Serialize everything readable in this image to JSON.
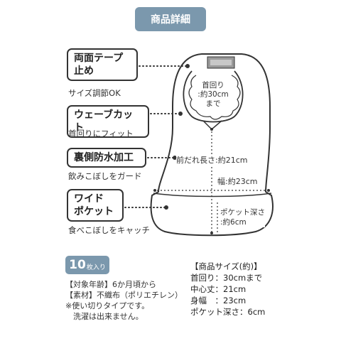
{
  "header": {
    "title": "商品詳細"
  },
  "features": [
    {
      "title_lines": [
        "両面テープ",
        "止め"
      ],
      "desc": "サイズ調節OK"
    },
    {
      "title_lines": [
        "ウェーブカット"
      ],
      "desc": "首回りにフィット"
    },
    {
      "title_lines": [
        "裏側防水加工"
      ],
      "desc": "飲みこぼしをガード"
    },
    {
      "title_lines": [
        "ワイド",
        "ポケット"
      ],
      "desc": "食べこぼしをキャッチ"
    }
  ],
  "diagram": {
    "neck_lines": [
      "首回り",
      ":約30cm",
      "まで"
    ],
    "length_label": "前だれ長さ:約21cm",
    "width_label": "幅:約23cm",
    "pocket_lines": [
      "ポケット深さ",
      ":約6cm"
    ]
  },
  "quantity": {
    "number": "10",
    "unit": "枚入り"
  },
  "info": {
    "lines": [
      "【対象年齢】6か月頃から",
      "【素材】不織布（ポリエチレン）",
      "※使い切りタイプです。",
      "　洗濯は出来ません。"
    ]
  },
  "specs": {
    "title": "【商品サイズ(約)】",
    "rows": [
      {
        "key": "首回り",
        "sep": "：",
        "value": "30cmまで"
      },
      {
        "key": "中心丈",
        "sep": "：",
        "value": "21cm"
      },
      {
        "key": "身幅",
        "sep": "　：",
        "value": "23cm"
      },
      {
        "key": "ポケット深さ",
        "sep": "：",
        "value": "6cm"
      }
    ]
  },
  "colors": {
    "accent": "#7b98ad",
    "line": "#333333"
  }
}
